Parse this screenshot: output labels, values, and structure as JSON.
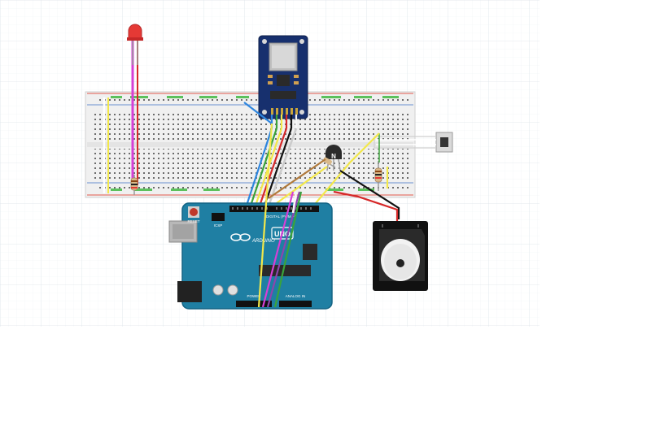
{
  "colors": {
    "grid": "#e9eef2",
    "breadboard": "#f1f1f1",
    "rail_red": "#e2574c",
    "rail_blue": "#6a8fcf",
    "arduino": "#1f7fa3",
    "arduino_dark": "#136384",
    "sd_module": "#17306e",
    "led": "#e53935",
    "wire_yellow": "#f3e84a",
    "wire_green": "#3aa33a",
    "wire_red": "#d62828",
    "wire_black": "#111111",
    "wire_white": "#f7f7f7",
    "wire_brown": "#b07a3c",
    "wire_magenta": "#d63fd6",
    "wire_violet": "#8e44ad",
    "wire_blue": "#2e86de"
  },
  "arduino": {
    "reset_label": "RESET",
    "icsp_label": "ICSP",
    "logo_text": "ARDUINO",
    "uno_text": "UNO",
    "digital_label": "DIGITAL (PWM ~)",
    "analog_label": "ANALOG IN",
    "power_label": "POWER"
  },
  "transistor": {
    "label": "N"
  }
}
